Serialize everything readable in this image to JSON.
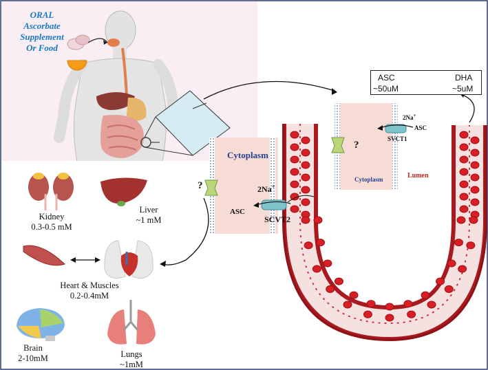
{
  "oral_label": [
    "ORAL",
    "Ascorbate",
    "Supplement",
    "Or Food"
  ],
  "equilibrium": {
    "left": "ASC",
    "right": "DHA",
    "left_conc": "~50uM",
    "right_conc": "~5uM"
  },
  "vessel_cell": {
    "cytoplasm": "Cytoplasm",
    "lumen": "Lumen",
    "transporter": "SVCT1",
    "sodium": "2Na",
    "sodium_sup": "+",
    "asc": "ASC",
    "unknown": "?"
  },
  "tissue_cell": {
    "cytoplasm": "Cytoplasm",
    "transporter": "SCVT2",
    "sodium": "2Na",
    "sodium_sup": "+",
    "asc": "ASC",
    "unknown": "?"
  },
  "organs": {
    "kidney": {
      "name": "Kidney",
      "conc": "0.3-0.5 mM"
    },
    "liver": {
      "name": "Liver",
      "conc": "~1 mM"
    },
    "heart_muscles": {
      "name": "Heart & Muscles",
      "conc": "0.2-0.4mM"
    },
    "brain": {
      "name": "Brain",
      "conc": "2-10mM"
    },
    "lungs": {
      "name": "Lungs",
      "conc": "~1mM"
    }
  },
  "colors": {
    "oral_text": "#1a78c2",
    "cytoplasm_text": "#27418f",
    "lumen_text": "#c3281f",
    "vessel": "#c62828",
    "rbc": "#d81f26",
    "cell_fill": "#f7dcd6",
    "membrane": "#aab8cc",
    "transporter": "#7fc4cc",
    "channel": "#b9d77a"
  }
}
